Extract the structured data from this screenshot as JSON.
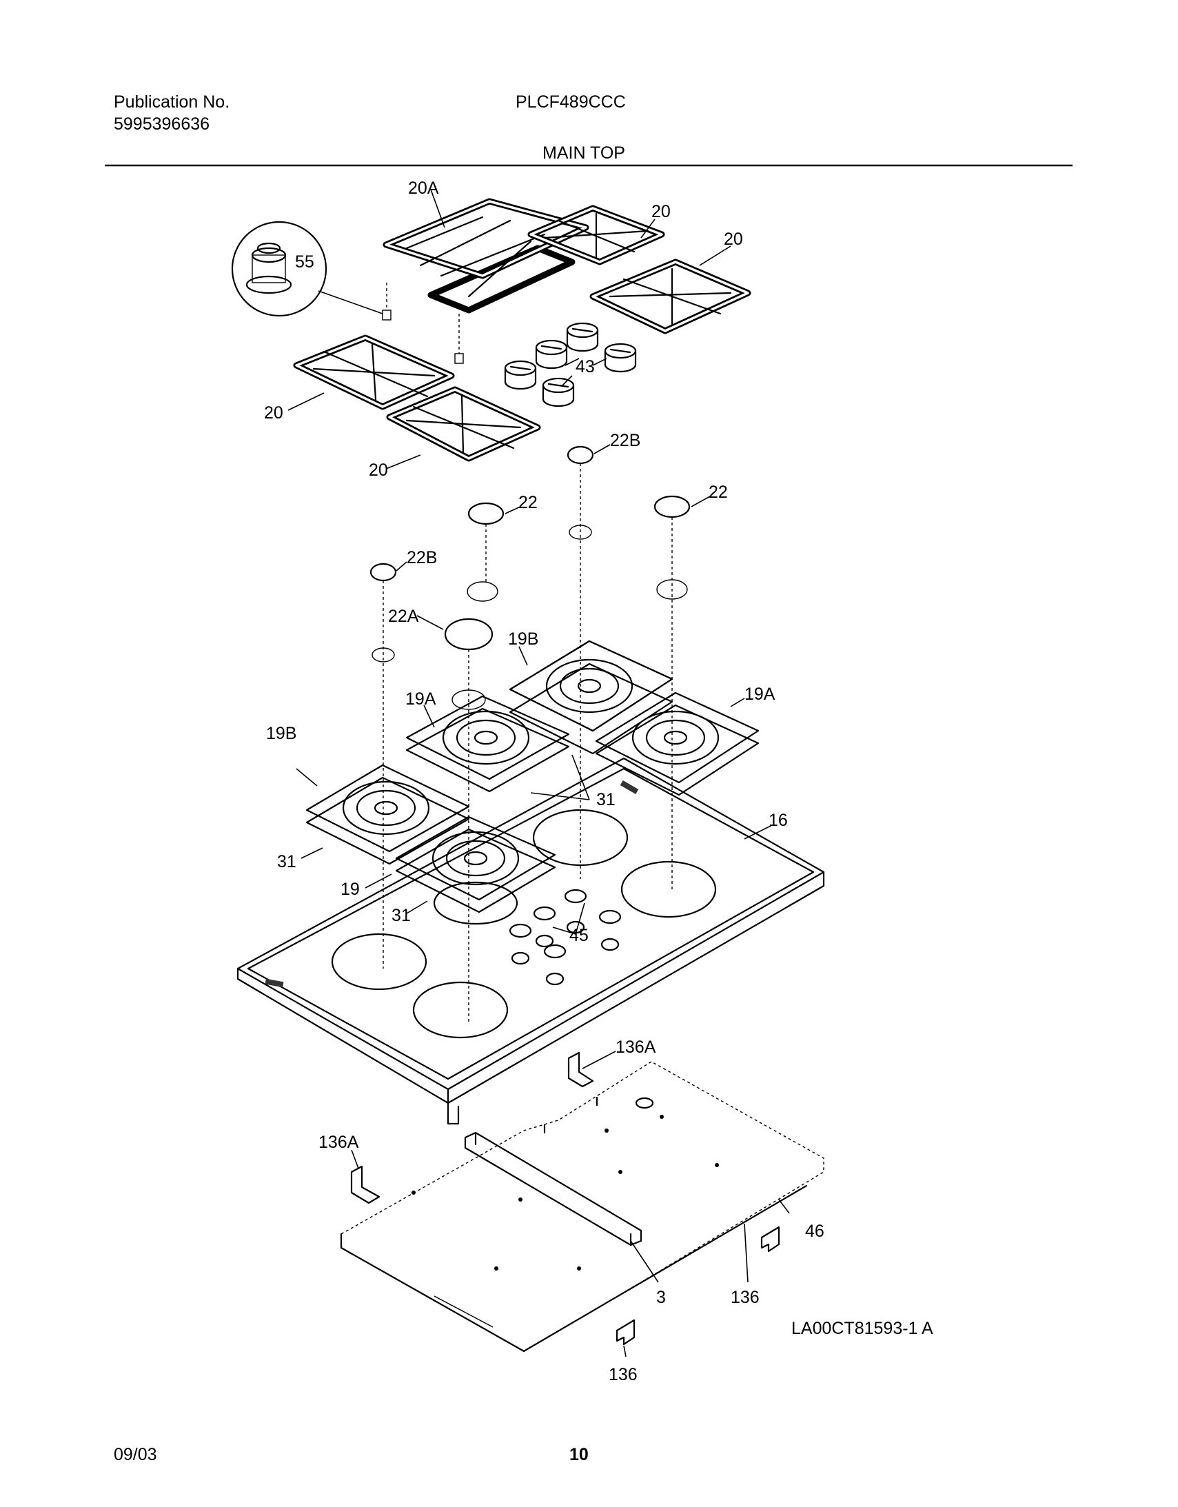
{
  "header": {
    "publication_label": "Publication No.",
    "publication_number": "5995396636",
    "model": "PLCF489CCC",
    "section_title": "MAIN TOP"
  },
  "footer": {
    "date": "09/03",
    "page_number": "10"
  },
  "diagram": {
    "drawing_id": "LA00CT81593-1 A",
    "callouts": [
      "55",
      "20A",
      "20",
      "20",
      "20",
      "20",
      "43",
      "22B",
      "22",
      "22",
      "22B",
      "22A",
      "19B",
      "19A",
      "19A",
      "19B",
      "31",
      "16",
      "31",
      "19",
      "31",
      "45",
      "136A",
      "136A",
      "46",
      "3",
      "136",
      "136"
    ]
  }
}
